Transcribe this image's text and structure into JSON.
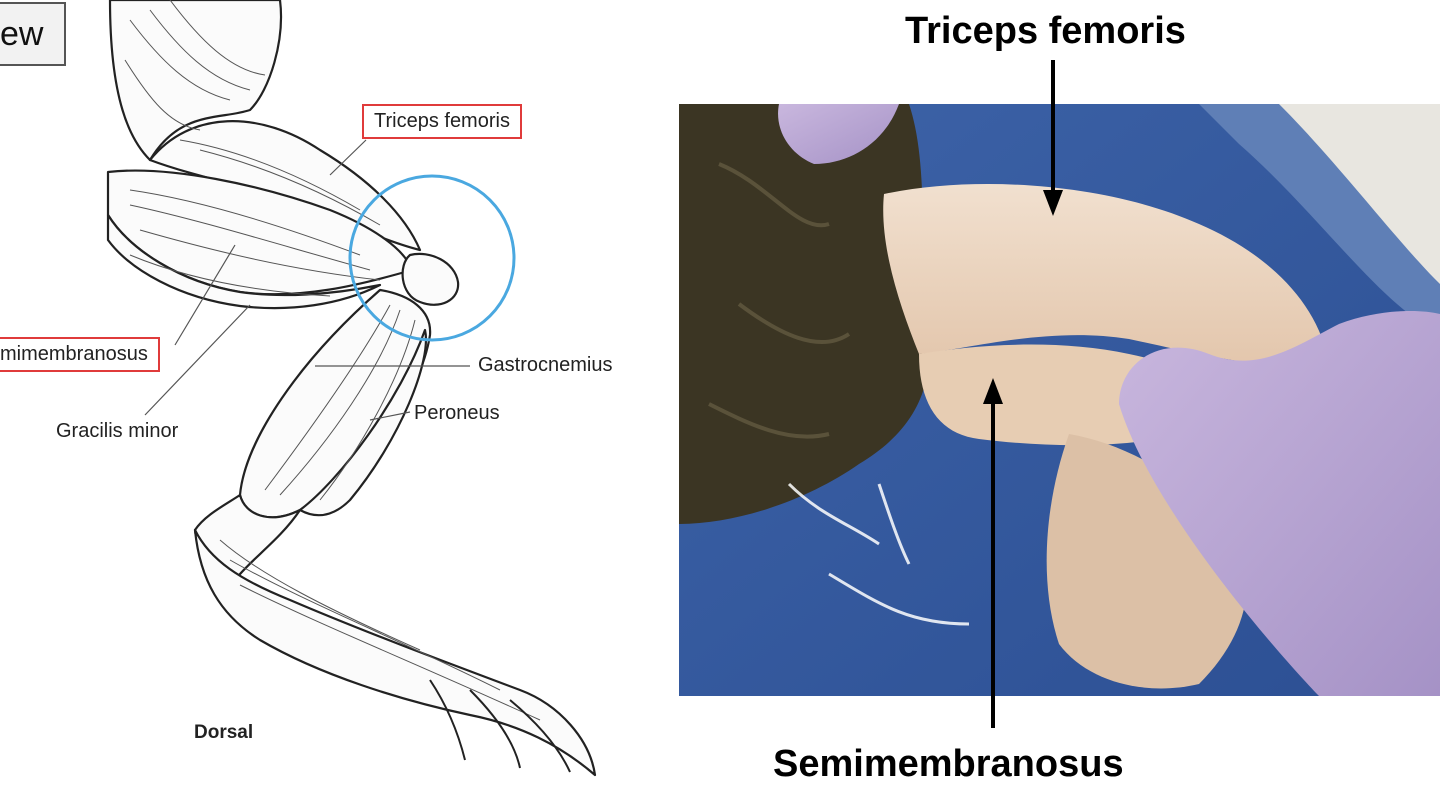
{
  "slide": {
    "tab_label": "ew"
  },
  "diagram": {
    "labels": {
      "triceps": "Triceps femoris",
      "semimembranosus": "mimembranosus",
      "gracilis": "Gracilis minor",
      "gastrocnemius": "Gastrocnemius",
      "peroneus": "Peroneus",
      "view": "Dorsal"
    },
    "highlight_color": "#e03b3b",
    "circle_color": "#4aa8e0"
  },
  "photo": {
    "labels": {
      "top": "Triceps femoris",
      "bottom": "Semimembranosus"
    }
  }
}
